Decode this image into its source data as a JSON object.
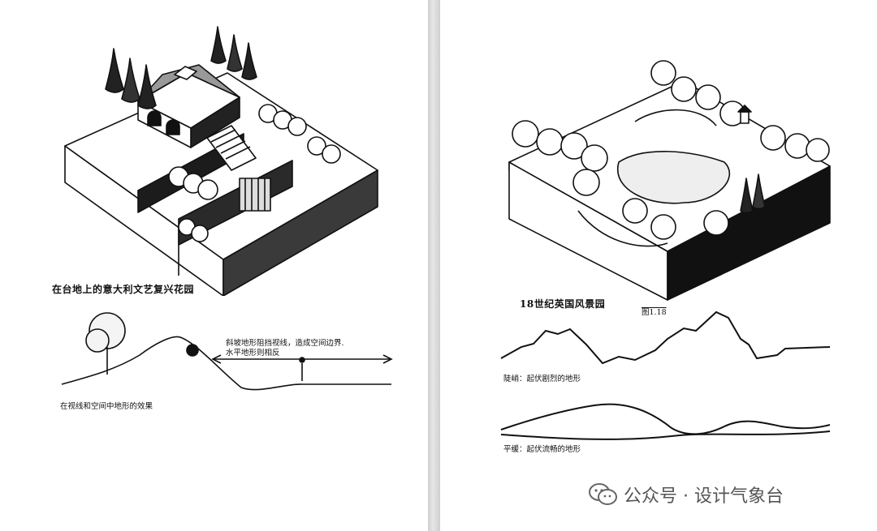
{
  "left_page": {
    "fig1_caption": "在台地上的意大利文艺复兴花园",
    "fig2_annotation_line1": "斜坡地形阻挡视线，造成空间边界.",
    "fig2_annotation_line2": "水平地形则相反",
    "fig2_caption": "在视线和空间中地形的效果"
  },
  "right_page": {
    "fig1_caption": "18世纪英国风景园",
    "figure_number": "图1.18",
    "fig2_caption": "陡峭：起伏剧烈的地形",
    "fig3_caption": "平缓：起伏流畅的地形"
  },
  "watermark": {
    "icon": "wechat-icon",
    "text": "公众号 · 设计气象台"
  }
}
